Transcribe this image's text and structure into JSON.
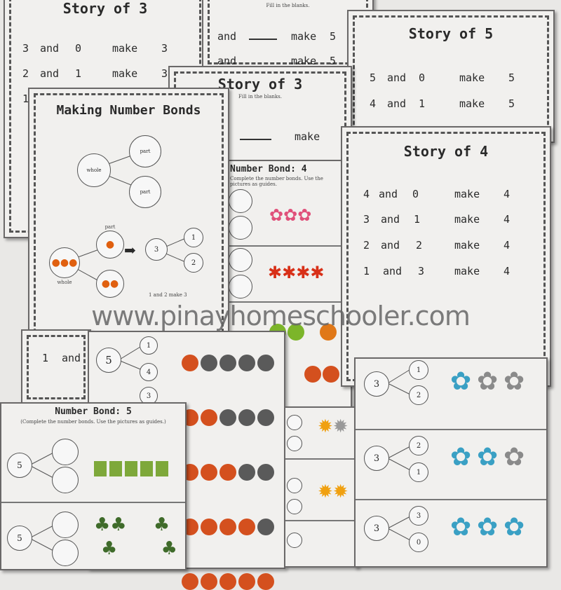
{
  "story3_top": {
    "title": "Story of 3",
    "rows": [
      [
        "3",
        "and",
        "0",
        "make",
        "3"
      ],
      [
        "2",
        "and",
        "1",
        "make",
        "3"
      ],
      [
        "1",
        "",
        "",
        "",
        ""
      ]
    ]
  },
  "fill5": {
    "subtitle": "Fill in the blanks.",
    "rows": [
      [
        "and",
        "make",
        "5"
      ],
      [
        "and",
        "make",
        "5"
      ]
    ]
  },
  "story5": {
    "title": "Story of 5",
    "rows": [
      [
        "5",
        "and",
        "0",
        "make",
        "5"
      ],
      [
        "4",
        "and",
        "1",
        "make",
        "5"
      ]
    ]
  },
  "story3_fill": {
    "title": "Story of 3",
    "subtitle": "Fill in the blanks.",
    "row": "make"
  },
  "making": {
    "title": "Making Number Bonds",
    "whole": "whole",
    "part": "part",
    "example_whole": "whole",
    "example_part": "part",
    "n3": "3",
    "n1": "1",
    "n2": "2",
    "caption": "1 and 2 make 3"
  },
  "bond4": {
    "title": "Number Bond: 4",
    "subtitle": "Complete the number bonds. Use the pictures as guides."
  },
  "story4": {
    "title": "Story of 4",
    "rows": [
      [
        "4",
        "and",
        "0",
        "make",
        "4"
      ],
      [
        "3",
        "and",
        "1",
        "make",
        "4"
      ],
      [
        "2",
        "and",
        "2",
        "make",
        "4"
      ],
      [
        "1",
        "and",
        "3",
        "make",
        "4"
      ]
    ]
  },
  "partial": {
    "row": [
      "1",
      "and"
    ]
  },
  "bond5balls": {
    "whole": "5",
    "parts": [
      "1",
      "4",
      "3"
    ],
    "ball_rows": [
      [
        1,
        4
      ],
      [
        2,
        3
      ],
      [
        3,
        2
      ],
      [
        4,
        1
      ],
      [
        5,
        0
      ]
    ],
    "colors": {
      "orange": "#d4501e",
      "gray": "#5a5a5a"
    }
  },
  "bond5": {
    "title": "Number Bond: 5",
    "subtitle": "(Complete the number bonds. Use the pictures as guides.)",
    "whole": "5"
  },
  "bond3flowers": {
    "rows": [
      {
        "whole": "3",
        "parts": [
          "1",
          "2"
        ],
        "blue": 1
      },
      {
        "whole": "3",
        "parts": [
          "2",
          "1"
        ],
        "blue": 2
      },
      {
        "whole": "3",
        "parts": [
          "3",
          "0"
        ],
        "blue": 3
      }
    ],
    "colors": {
      "blue": "#3aa0c4",
      "gray": "#8a8a8a"
    }
  },
  "watermark": "www.pinayhomeschooler.com"
}
